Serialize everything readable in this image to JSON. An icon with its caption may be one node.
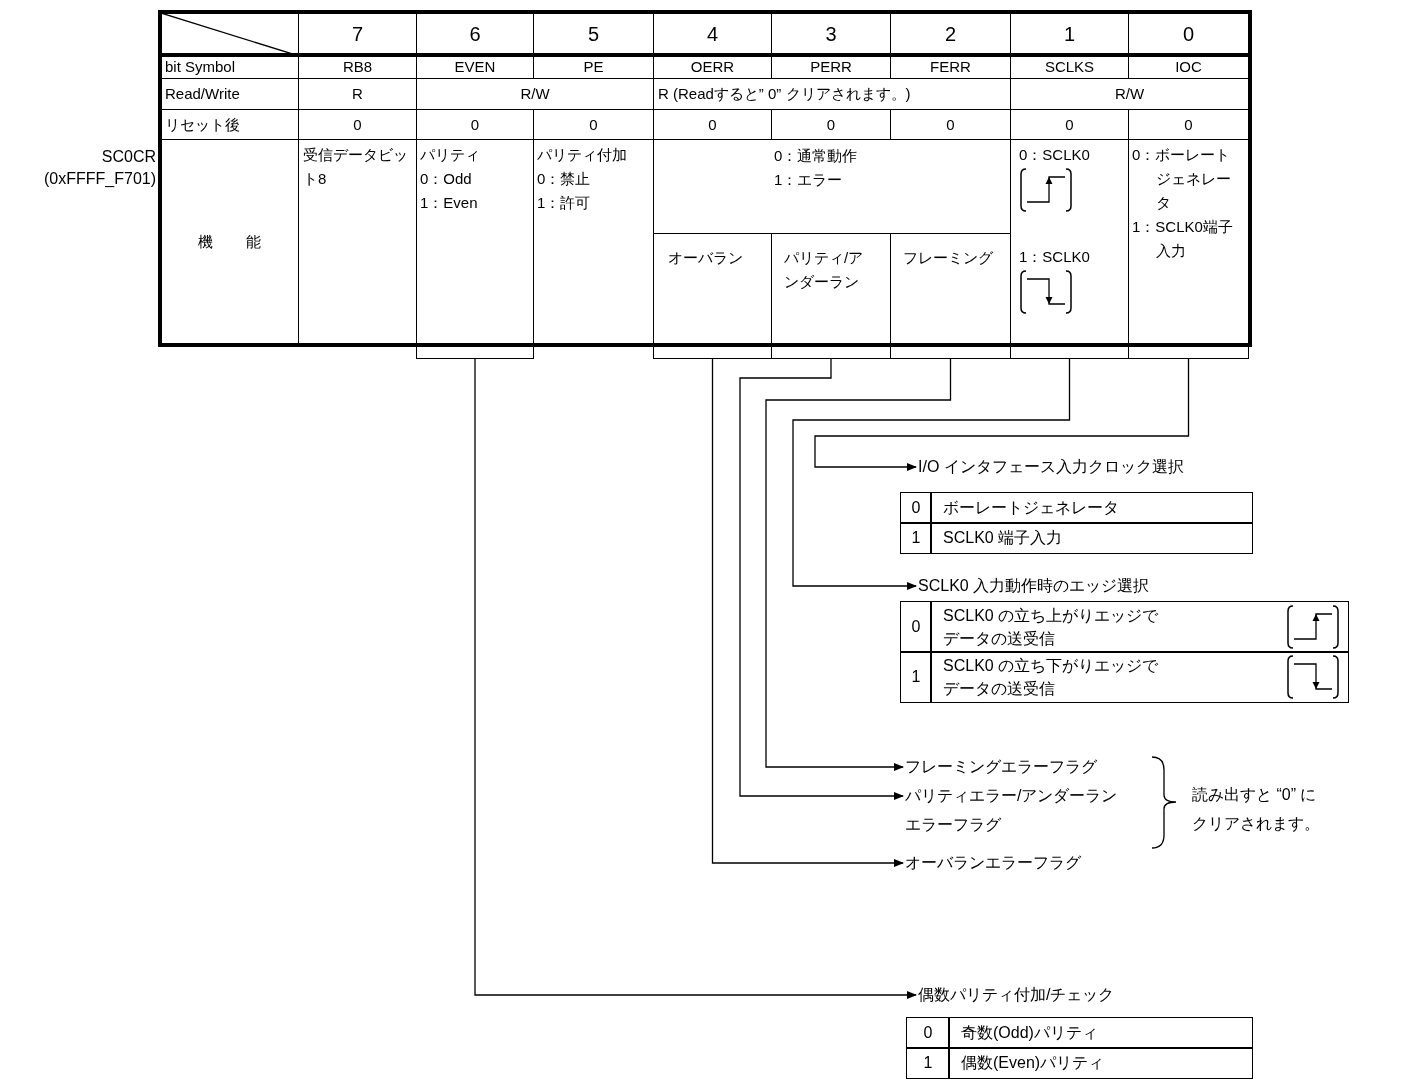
{
  "diagram": {
    "nodes": [
      {
        "text": [],
        "shape": "bar"
      },
      {
        "text": [],
        "shape": "bar"
      },
      {
        "text": [],
        "shape": "bar"
      },
      {
        "text": [],
        "shape": "bar"
      },
      {
        "text": [],
        "shape": "bar"
      },
      {
        "text": [],
        "shape": "bar"
      },
      {
        "text": [
          "I/O インタフェース入力クロック選択"
        ]
      },
      {
        "text": [
          "SCLK0 入力動作時のエッジ選択"
        ]
      },
      {
        "text": [
          "フレーミングエラーフラグ"
        ]
      },
      {
        "text": [
          "パリティエラー/アンダーランエラーフラグ"
        ]
      },
      {
        "text": [
          "オーバランエラーフラグ"
        ]
      },
      {
        "text": [
          "偶数パリティ付加/チェック"
        ]
      }
    ],
    "edges": [
      {
        "from": 5,
        "to": 6,
        "arrow": "to"
      },
      {
        "from": 4,
        "to": 7,
        "arrow": "to"
      },
      {
        "from": 3,
        "to": 8,
        "arrow": "to"
      },
      {
        "from": 2,
        "to": 9,
        "arrow": "to"
      },
      {
        "from": 1,
        "to": 10,
        "arrow": "to"
      },
      {
        "from": 0,
        "to": 11,
        "arrow": "to"
      }
    ],
    "labels": [
      "SC0CR",
      "(0xFFFF_F701)",
      "7",
      "6",
      "5",
      "4",
      "3",
      "2",
      "1",
      "0",
      "bit Symbol",
      "RB8",
      "EVEN",
      "PE",
      "OERR",
      "PERR",
      "FERR",
      "SCLKS",
      "IOC",
      "Read/Write",
      "R",
      "R/W",
      "R (Readすると” 0” クリアされます。)",
      "R/W",
      "リセット後",
      "0",
      "0",
      "0",
      "0",
      "0",
      "0",
      "0",
      "0",
      "機能",
      "受信データビット8",
      "パリティ",
      "0：Odd",
      "1：Even",
      "パリティ付加",
      "0：禁止",
      "1：許可",
      "0：通常動作",
      "1：エラー",
      "0：SCLK0",
      "1：SCLK0",
      "0：ボーレートジェネレータ",
      "1：SCLK0端子入力",
      "オーバラン",
      "パリティ/アンダーラン",
      "フレーミング",
      "0",
      "ボーレートジェネレータ",
      "1",
      "SCLK0 端子入力",
      "0",
      "SCLK0 の立ち上がりエッジでデータの送受信",
      "1",
      "SCLK0 の立ち下がりエッジでデータの送受信",
      "読み出すと “0” にクリアされます。",
      "0",
      "奇数(Odd)パリティ",
      "1",
      "偶数(Even)パリティ"
    ]
  }
}
